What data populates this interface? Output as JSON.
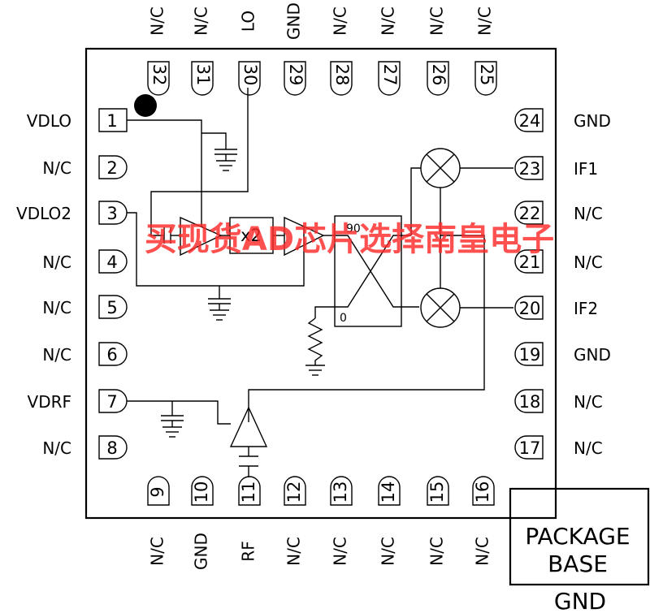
{
  "pins": {
    "top": [
      {
        "num": "32",
        "label": "N/C"
      },
      {
        "num": "31",
        "label": "N/C"
      },
      {
        "num": "30",
        "label": "LO"
      },
      {
        "num": "29",
        "label": "GND"
      },
      {
        "num": "28",
        "label": "N/C"
      },
      {
        "num": "27",
        "label": "N/C"
      },
      {
        "num": "26",
        "label": "N/C"
      },
      {
        "num": "25",
        "label": "N/C"
      }
    ],
    "left": [
      {
        "num": "1",
        "label": "VDLO"
      },
      {
        "num": "2",
        "label": "N/C"
      },
      {
        "num": "3",
        "label": "VDLO2"
      },
      {
        "num": "4",
        "label": "N/C"
      },
      {
        "num": "5",
        "label": "N/C"
      },
      {
        "num": "6",
        "label": "N/C"
      },
      {
        "num": "7",
        "label": "VDRF"
      },
      {
        "num": "8",
        "label": "N/C"
      }
    ],
    "right": [
      {
        "num": "24",
        "label": "GND"
      },
      {
        "num": "23",
        "label": "IF1"
      },
      {
        "num": "22",
        "label": "N/C"
      },
      {
        "num": "21",
        "label": "N/C"
      },
      {
        "num": "20",
        "label": "IF2"
      },
      {
        "num": "19",
        "label": "GND"
      },
      {
        "num": "18",
        "label": "N/C"
      },
      {
        "num": "17",
        "label": "N/C"
      }
    ],
    "bottom": [
      {
        "num": "9",
        "label": "N/C"
      },
      {
        "num": "10",
        "label": "GND"
      },
      {
        "num": "11",
        "label": "RF"
      },
      {
        "num": "12",
        "label": "N/C"
      },
      {
        "num": "13",
        "label": "N/C"
      },
      {
        "num": "14",
        "label": "N/C"
      },
      {
        "num": "15",
        "label": "N/C"
      },
      {
        "num": "16",
        "label": "N/C"
      }
    ]
  },
  "blocks": {
    "multiplier_label": "x2",
    "hybrid_90_label": "90",
    "hybrid_0_label": "0"
  },
  "package_base": {
    "line1": "PACKAGE",
    "line2": "BASE",
    "gnd": "GND"
  },
  "watermark": "买现货AD芯片选择南皇电子"
}
